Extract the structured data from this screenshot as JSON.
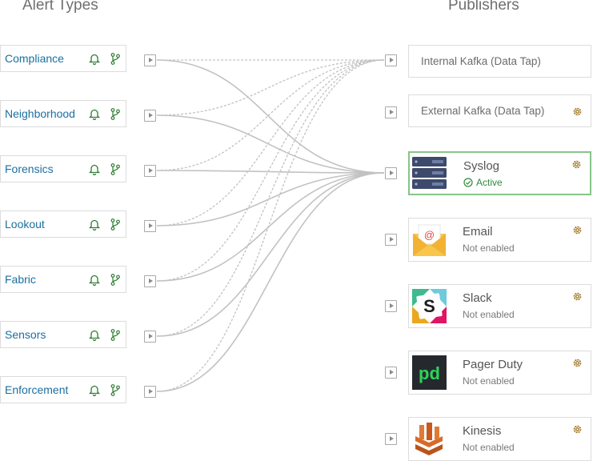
{
  "titles": {
    "alert_types": "Alert Types",
    "publishers": "Publishers"
  },
  "alert_types": [
    {
      "name": "Compliance"
    },
    {
      "name": "Neighborhood"
    },
    {
      "name": "Forensics"
    },
    {
      "name": "Lookout"
    },
    {
      "name": "Fabric"
    },
    {
      "name": "Sensors"
    },
    {
      "name": "Enforcement"
    }
  ],
  "publishers": [
    {
      "name": "Internal Kafka (Data Tap)",
      "style": "plain",
      "has_settings": false
    },
    {
      "name": "External Kafka (Data Tap)",
      "style": "plain",
      "has_settings": true
    },
    {
      "name": "Syslog",
      "status": "Active",
      "active": true,
      "logo": "server-rack-icon"
    },
    {
      "name": "Email",
      "status": "Not enabled",
      "logo": "email-envelope-icon"
    },
    {
      "name": "Slack",
      "status": "Not enabled",
      "logo": "slack-logo-icon"
    },
    {
      "name": "Pager Duty",
      "status": "Not enabled",
      "logo": "pagerduty-logo-icon"
    },
    {
      "name": "Kinesis",
      "status": "Not enabled",
      "logo": "kinesis-logo-icon"
    }
  ],
  "colors": {
    "link_blue": "#1c6fa0",
    "icon_green": "#2e7d32",
    "active_border": "#86c58a",
    "wire": "#bdbdbd"
  }
}
